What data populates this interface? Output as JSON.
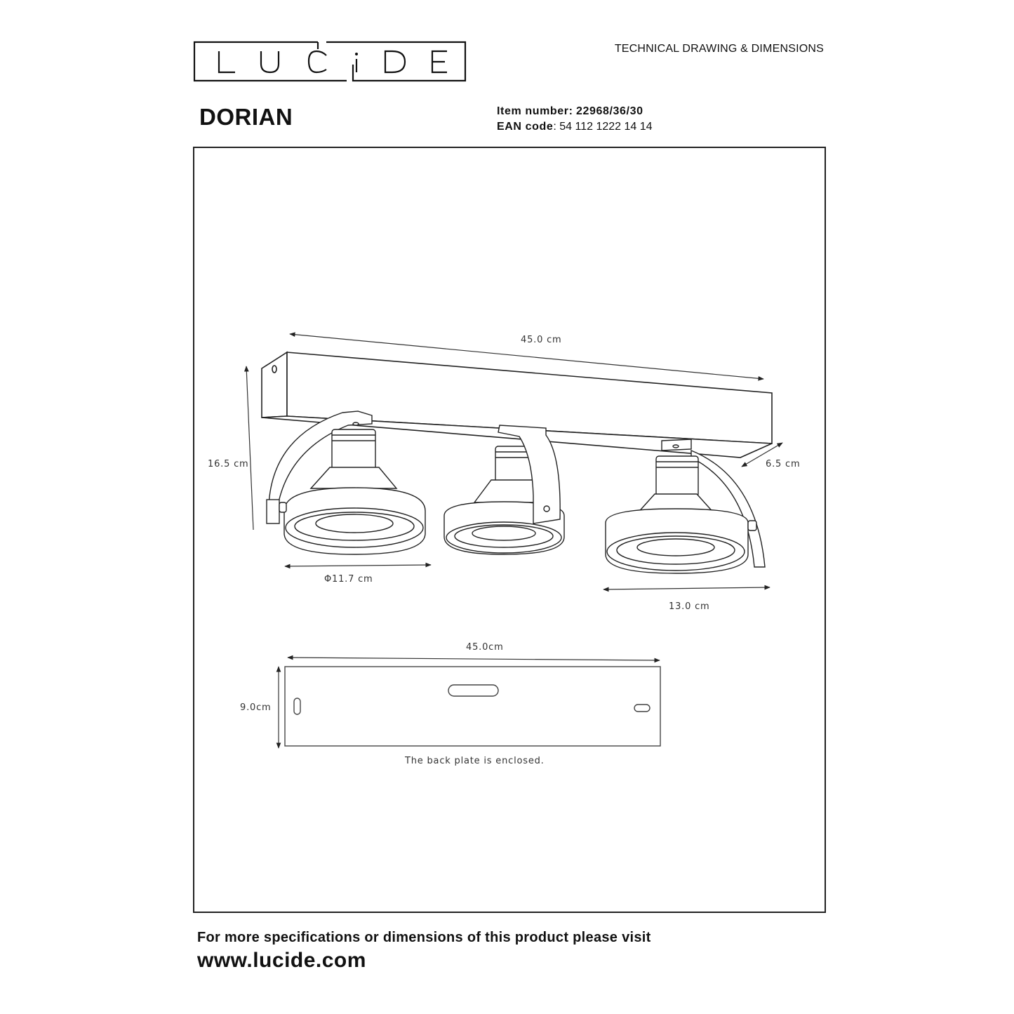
{
  "header": {
    "brand_letters": [
      "L",
      "U",
      "C",
      "i",
      "D",
      "E"
    ],
    "document_type": "TECHNICAL DRAWING & DIMENSIONS"
  },
  "product": {
    "name": "DORIAN",
    "item_number_label": "Item number:",
    "item_number": "22968/36/30",
    "ean_label": "EAN code",
    "ean_value": ": 54 112 1222 14 14"
  },
  "drawing": {
    "dimensions": {
      "length": "45.0 cm",
      "height": "16.5 cm",
      "depth": "6.5 cm",
      "diameter": "Φ11.7 cm",
      "head_width": "13.0 cm"
    },
    "back_plate": {
      "width": "45.0cm",
      "height": "9.0cm",
      "note": "The back plate is enclosed."
    },
    "spotlight_count": 3
  },
  "footer": {
    "line1": "For more specifications or dimensions of this product please visit",
    "url": "www.lucide.com"
  },
  "colors": {
    "ink": "#111111",
    "line": "#222222",
    "dim_text": "#333333",
    "background": "#ffffff"
  }
}
